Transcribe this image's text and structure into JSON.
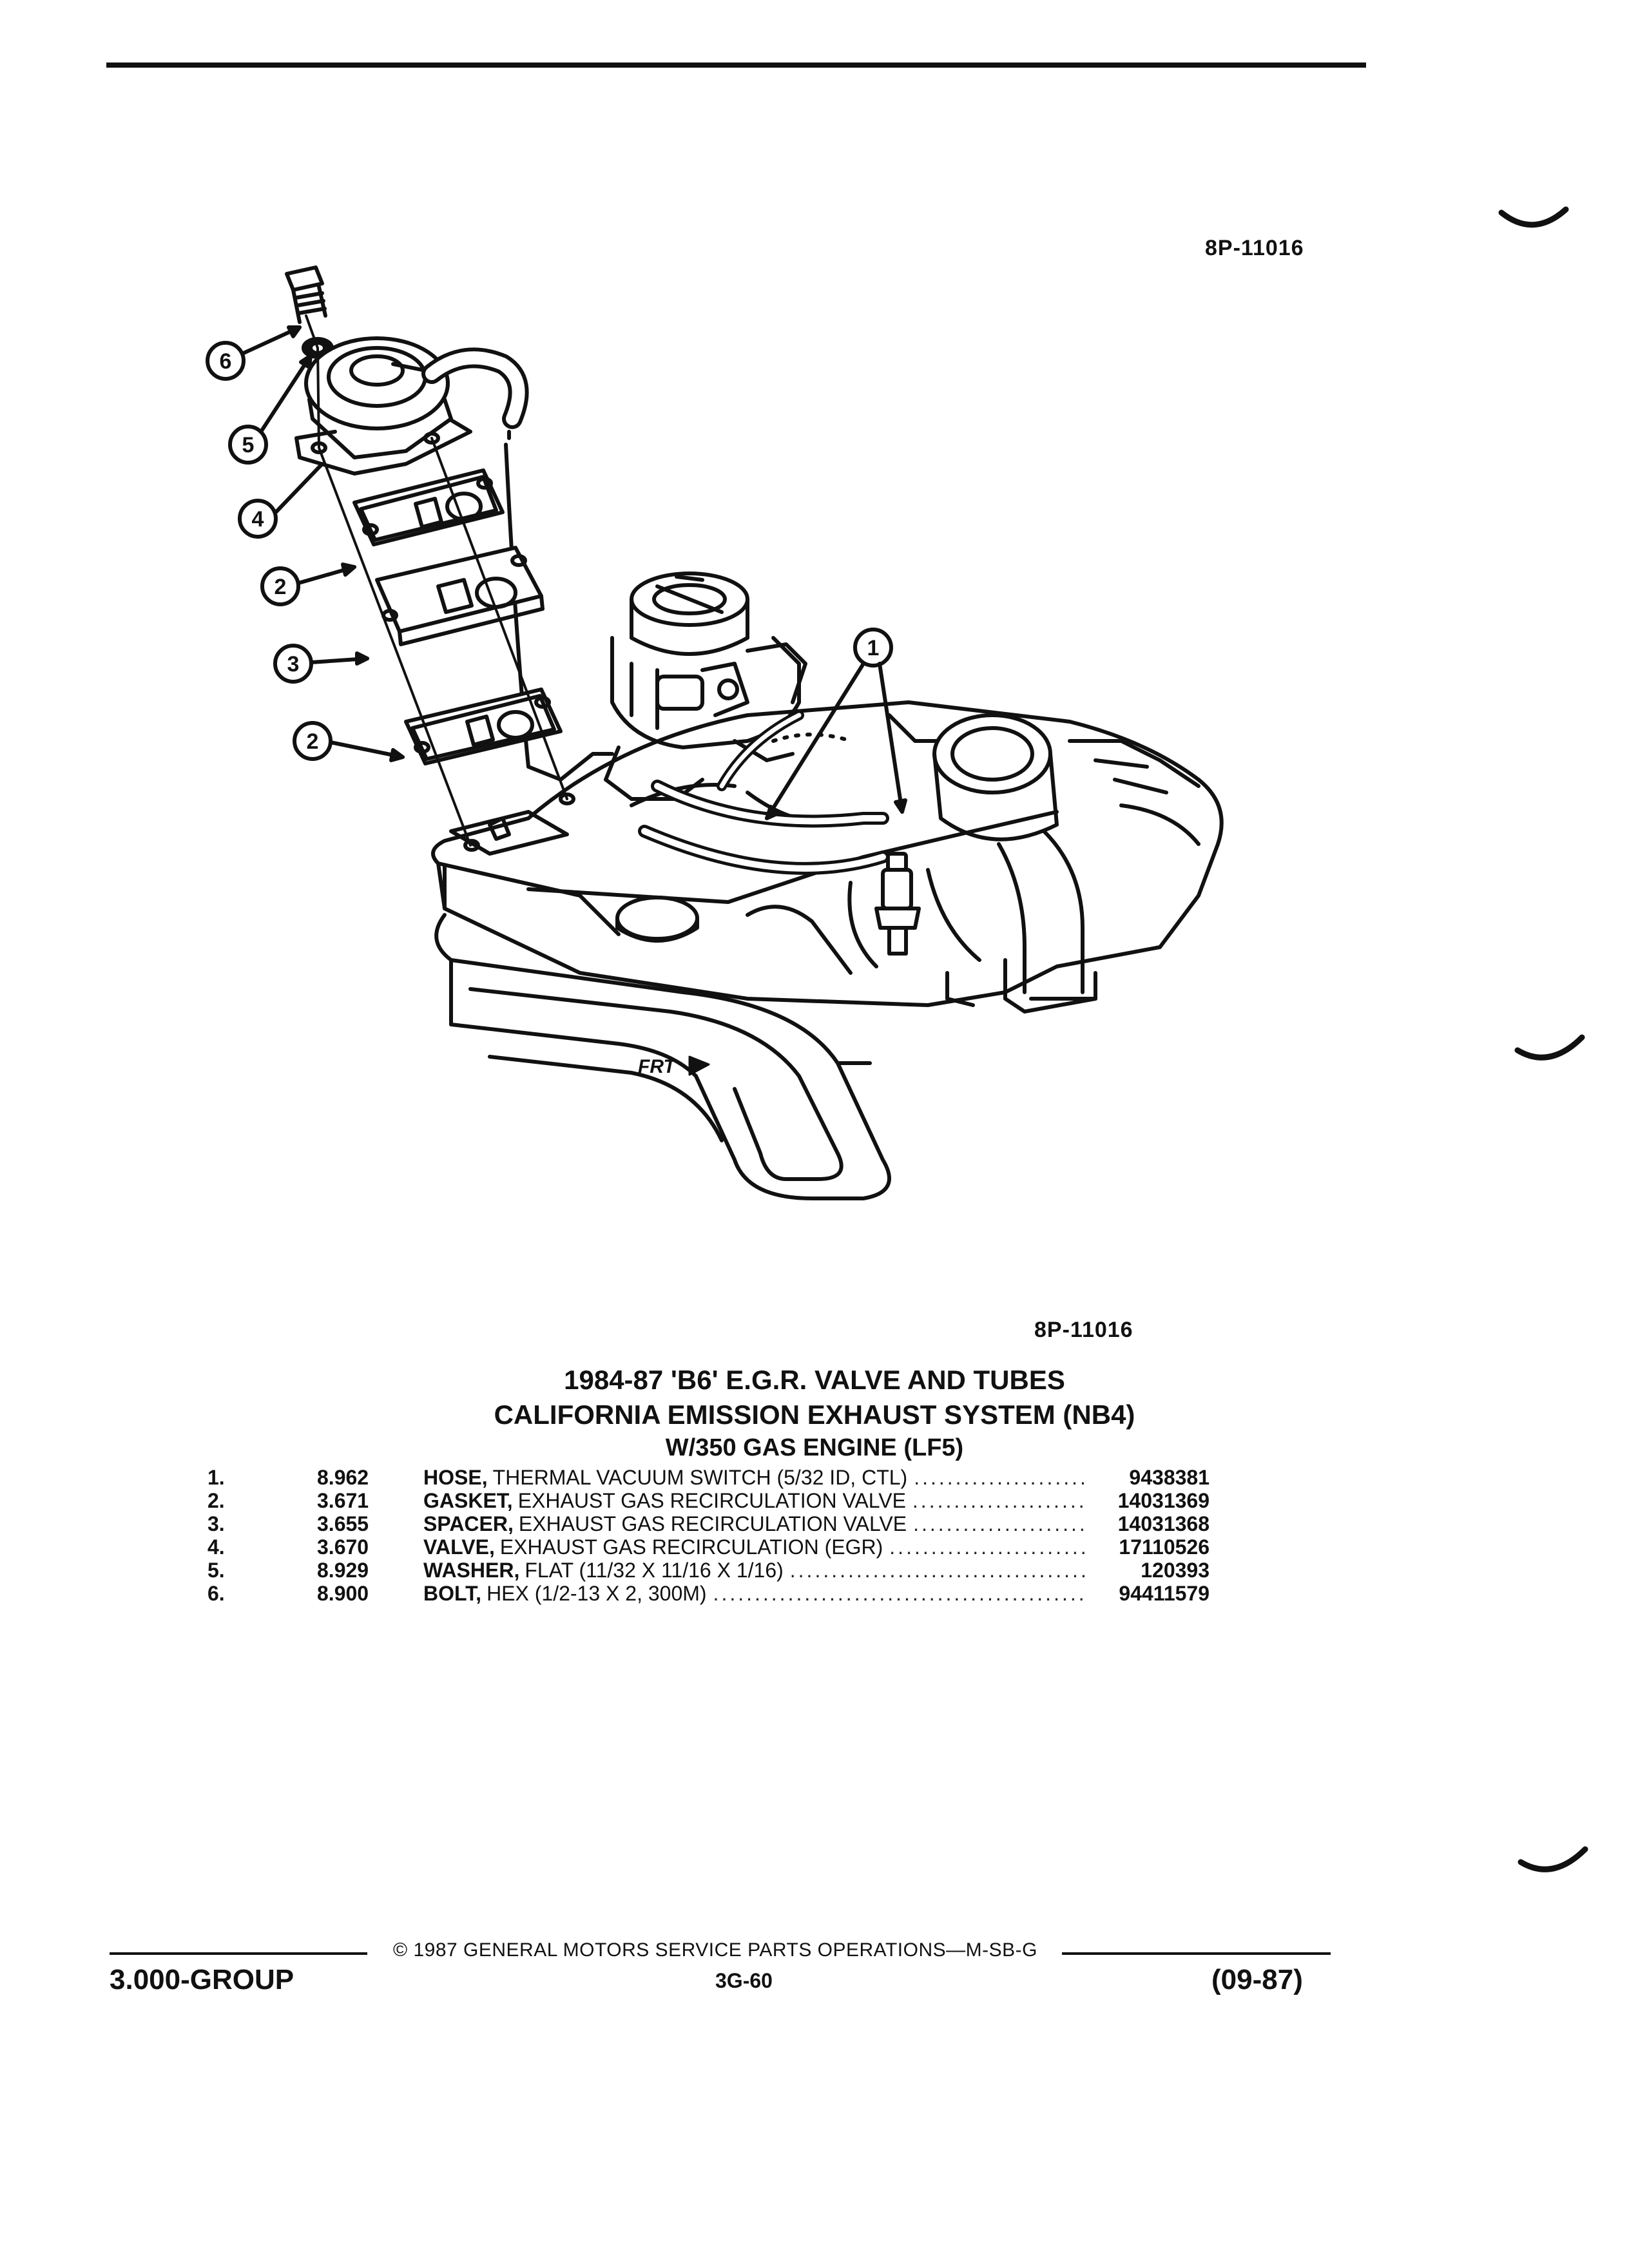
{
  "illustration": {
    "code_top": "8P-11016",
    "code_bottom": "8P-11016",
    "direction_label": "FRT",
    "callouts": [
      "6",
      "5",
      "4",
      "2",
      "3",
      "2",
      "1"
    ]
  },
  "title": {
    "line1": "1984-87 'B6' E.G.R. VALVE AND TUBES",
    "line2": "CALIFORNIA EMISSION EXHAUST SYSTEM (NB4)",
    "line3": "W/350 GAS ENGINE (LF5)"
  },
  "parts": [
    {
      "item": "1.",
      "ref": "8.962",
      "name": "HOSE,",
      "desc": "THERMAL VACUUM SWITCH (5/32 ID, CTL)",
      "part": "9438381"
    },
    {
      "item": "2.",
      "ref": "3.671",
      "name": "GASKET,",
      "desc": "EXHAUST GAS RECIRCULATION VALVE",
      "part": "14031369"
    },
    {
      "item": "3.",
      "ref": "3.655",
      "name": "SPACER,",
      "desc": "EXHAUST GAS RECIRCULATION VALVE",
      "part": "14031368"
    },
    {
      "item": "4.",
      "ref": "3.670",
      "name": "VALVE,",
      "desc": "EXHAUST GAS RECIRCULATION (EGR)",
      "part": "17110526"
    },
    {
      "item": "5.",
      "ref": "8.929",
      "name": "WASHER,",
      "desc": "FLAT (11/32 X 11/16 X 1/16)",
      "part": "120393"
    },
    {
      "item": "6.",
      "ref": "8.900",
      "name": "BOLT,",
      "desc": "HEX (1/2-13 X 2, 300M)",
      "part": "94411579"
    }
  ],
  "footer": {
    "copyright": "© 1987 GENERAL MOTORS SERVICE PARTS OPERATIONS—M-SB-G",
    "group": "3.000-GROUP",
    "page": "3G-60",
    "date": "(09-87)"
  }
}
